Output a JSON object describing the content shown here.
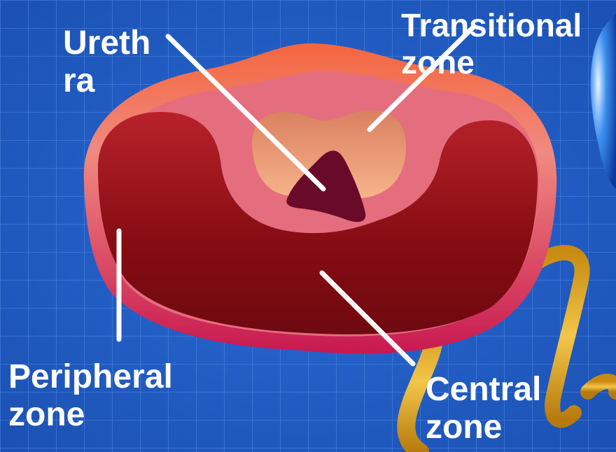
{
  "colors": {
    "background": "#1f5bc4",
    "grid": "#4f86dd",
    "outer_capsule": "#e85a6a",
    "peripheral_zone": "#8c0f16",
    "central_zone": "#e0707c",
    "transitional_zone": "#f2a27a",
    "urethra": "#6a0a2a",
    "logo_gold": "#d9a520",
    "pointer_lines": "#ffffff"
  },
  "labels": {
    "urethra": [
      "Ureth",
      "ra"
    ],
    "transitional_zone": [
      "Transitional",
      "zone"
    ],
    "peripheral_zone": [
      "Peripheral",
      "zone"
    ],
    "central_zone": [
      "Central",
      "zone"
    ]
  }
}
